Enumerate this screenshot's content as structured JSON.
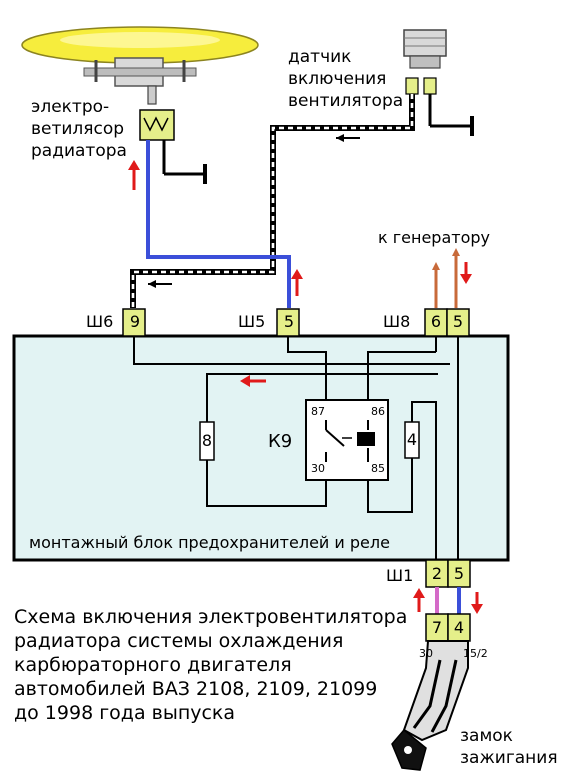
{
  "labels": {
    "fan_motor": [
      "электро-",
      "ветилясор",
      "радиатора"
    ],
    "sensor": [
      "датчик",
      "включения",
      "вентилятора"
    ],
    "generator": "к генератору",
    "block": "монтажный блок предохранителей и реле",
    "relay": "К9",
    "ignition": [
      "замок",
      "зажигания"
    ],
    "caption": [
      "Схема включения электровентилятора",
      "радиатора системы охлаждения",
      "карбюраторного двигателя",
      "автомобилей ВАЗ 2108, 2109, 21099",
      "до 1998 года выпуска"
    ]
  },
  "connectors": {
    "sh6": {
      "name": "Ш6",
      "pins": [
        "9"
      ]
    },
    "sh5": {
      "name": "Ш5",
      "pins": [
        "5"
      ]
    },
    "sh8": {
      "name": "Ш8",
      "pins": [
        "6",
        "5"
      ]
    },
    "sh1": {
      "name": "Ш1",
      "pins": [
        "2",
        "5"
      ]
    },
    "ignition_pins": [
      "7",
      "4"
    ]
  },
  "relay_pins": [
    "87",
    "86",
    "30",
    "85"
  ],
  "fuses": [
    "8",
    "4"
  ],
  "terminal_labels": [
    "30",
    "15/2"
  ],
  "colors": {
    "block_fill": "#e2f3f3",
    "pin_fill": "#e5ef8a",
    "wire_blue": "#3b4fd9",
    "wire_orange": "#c86a3a",
    "wire_pink": "#d46ac8",
    "arrow_red": "#e01a1a",
    "fan_yellow": "#f6ed3d"
  }
}
